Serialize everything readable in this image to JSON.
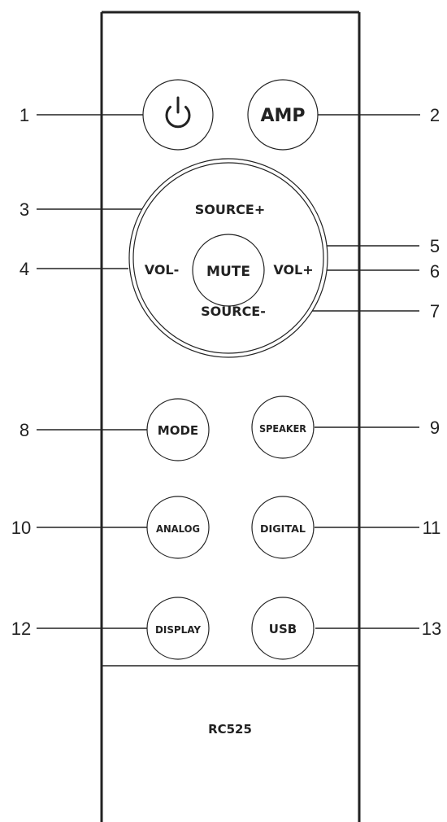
{
  "remote": {
    "model": "RC525",
    "colors": {
      "ink": "#222222",
      "background": "#ffffff"
    }
  },
  "buttons": {
    "power": {
      "icon": "power-icon"
    },
    "amp": "AMP",
    "source_plus": "SOURCE+",
    "vol_minus": "VOL-",
    "mute": "MUTE",
    "vol_plus": "VOL+",
    "source_minus": "SOURCE-",
    "mode": "MODE",
    "speaker": "SPEAKER",
    "analog": "ANALOG",
    "digital": "DIGITAL",
    "display": "DISPLAY",
    "usb": "USB"
  },
  "callouts": [
    "1",
    "2",
    "3",
    "4",
    "5",
    "6",
    "7",
    "8",
    "9",
    "10",
    "11",
    "12",
    "13"
  ]
}
